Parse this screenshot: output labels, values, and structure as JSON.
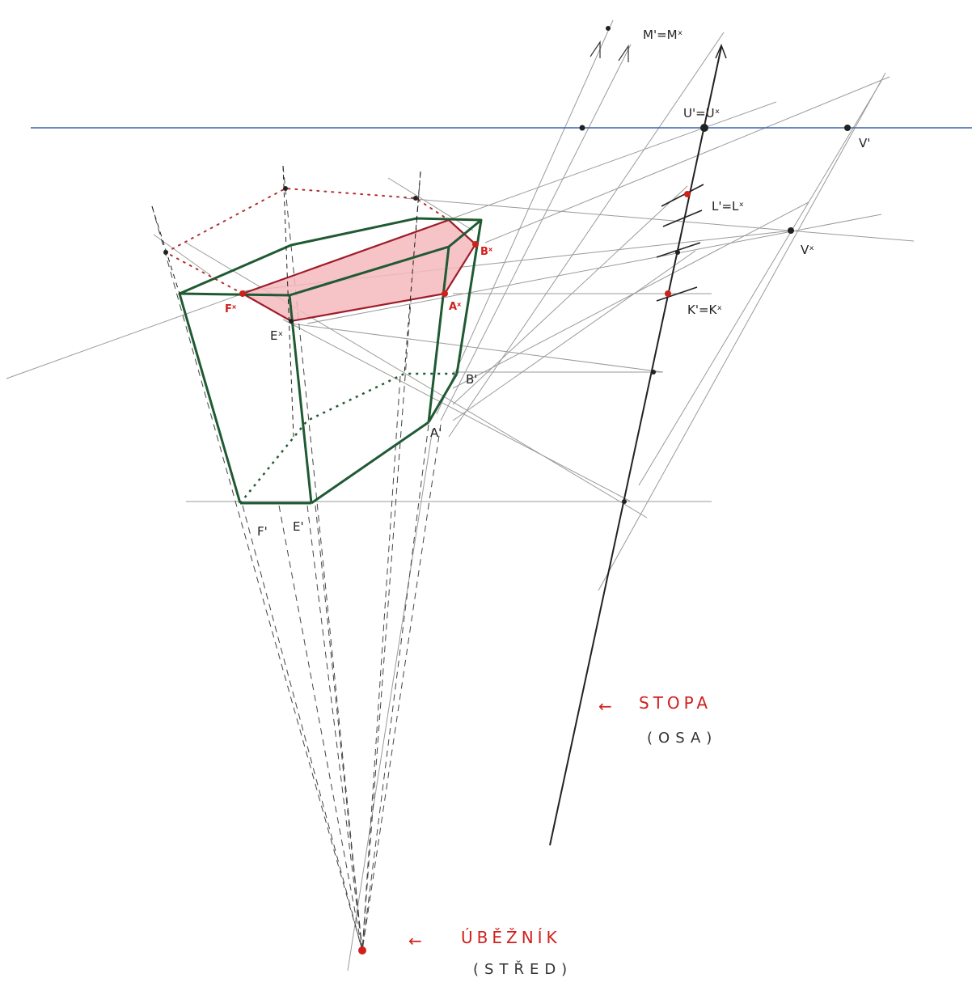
{
  "labels": {
    "m_eq": "M'=Mˣ",
    "u_eq": "U'=Uˣ",
    "v_prime": "V'",
    "l_eq": "L'=Lˣ",
    "v_x": "Vˣ",
    "k_eq": "K'=Kˣ",
    "f_x": "Fˣ",
    "e_x": "Eˣ",
    "a_x": "Aˣ",
    "b_x": "Bˣ",
    "b_prime": "B'",
    "a_prime": "A'",
    "f_prime": "F'",
    "e_prime": "E'"
  },
  "notes": {
    "stopa_arrow": "←",
    "stopa": "STOPA",
    "osa": "(OSA)",
    "ubeznik_arrow": "←",
    "ubeznik": "ÚBĚŽNÍK",
    "stred": "(STŘED)"
  },
  "colors": {
    "horizon": "#3b63a8",
    "prism": "#1f5a33",
    "section_fill": "#f4b9bd",
    "section_edge": "#9e1d2a",
    "construction": "#9a9a9a",
    "axis": "#222222",
    "red": "#d0201c"
  }
}
